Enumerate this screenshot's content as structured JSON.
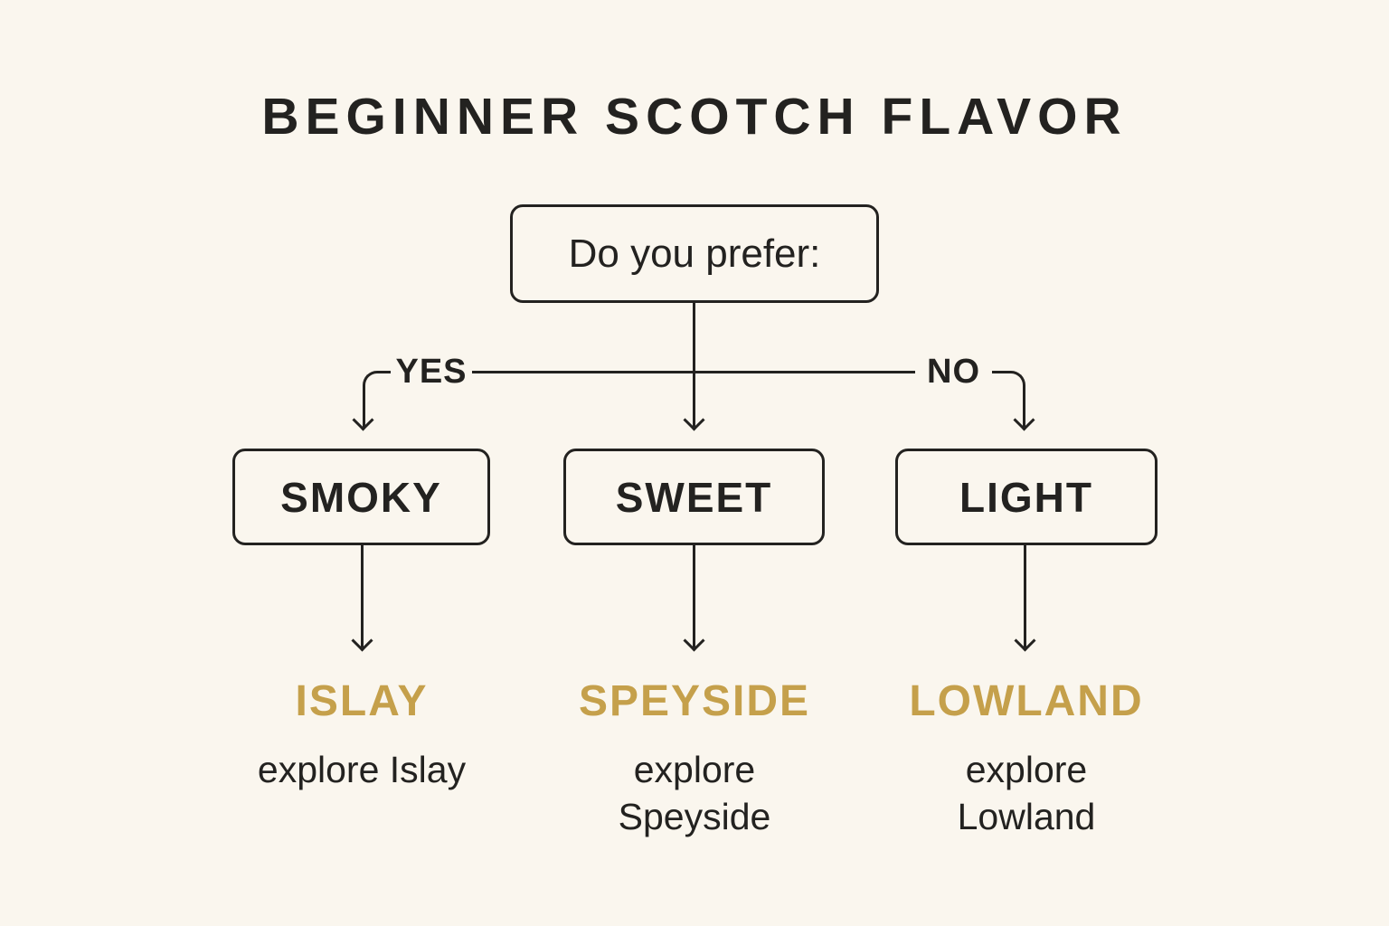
{
  "title": "BEGINNER SCOTCH FLAVOR",
  "root": {
    "label": "Do you prefer:"
  },
  "branches": {
    "yes": "YES",
    "no": "NO"
  },
  "nodes": [
    {
      "label": "SMOKY",
      "result": "ISLAY",
      "action_lines": [
        "explore Islay"
      ]
    },
    {
      "label": "SWEET",
      "result": "SPEYSIDE",
      "action_lines": [
        "explore",
        "Speyside"
      ]
    },
    {
      "label": "LIGHT",
      "result": "LOWLAND",
      "action_lines": [
        "explore",
        "Lowland"
      ]
    }
  ],
  "colors": {
    "background": "#faf6ee",
    "line": "#232220",
    "text": "#232220",
    "accent": "#c5a04b"
  }
}
